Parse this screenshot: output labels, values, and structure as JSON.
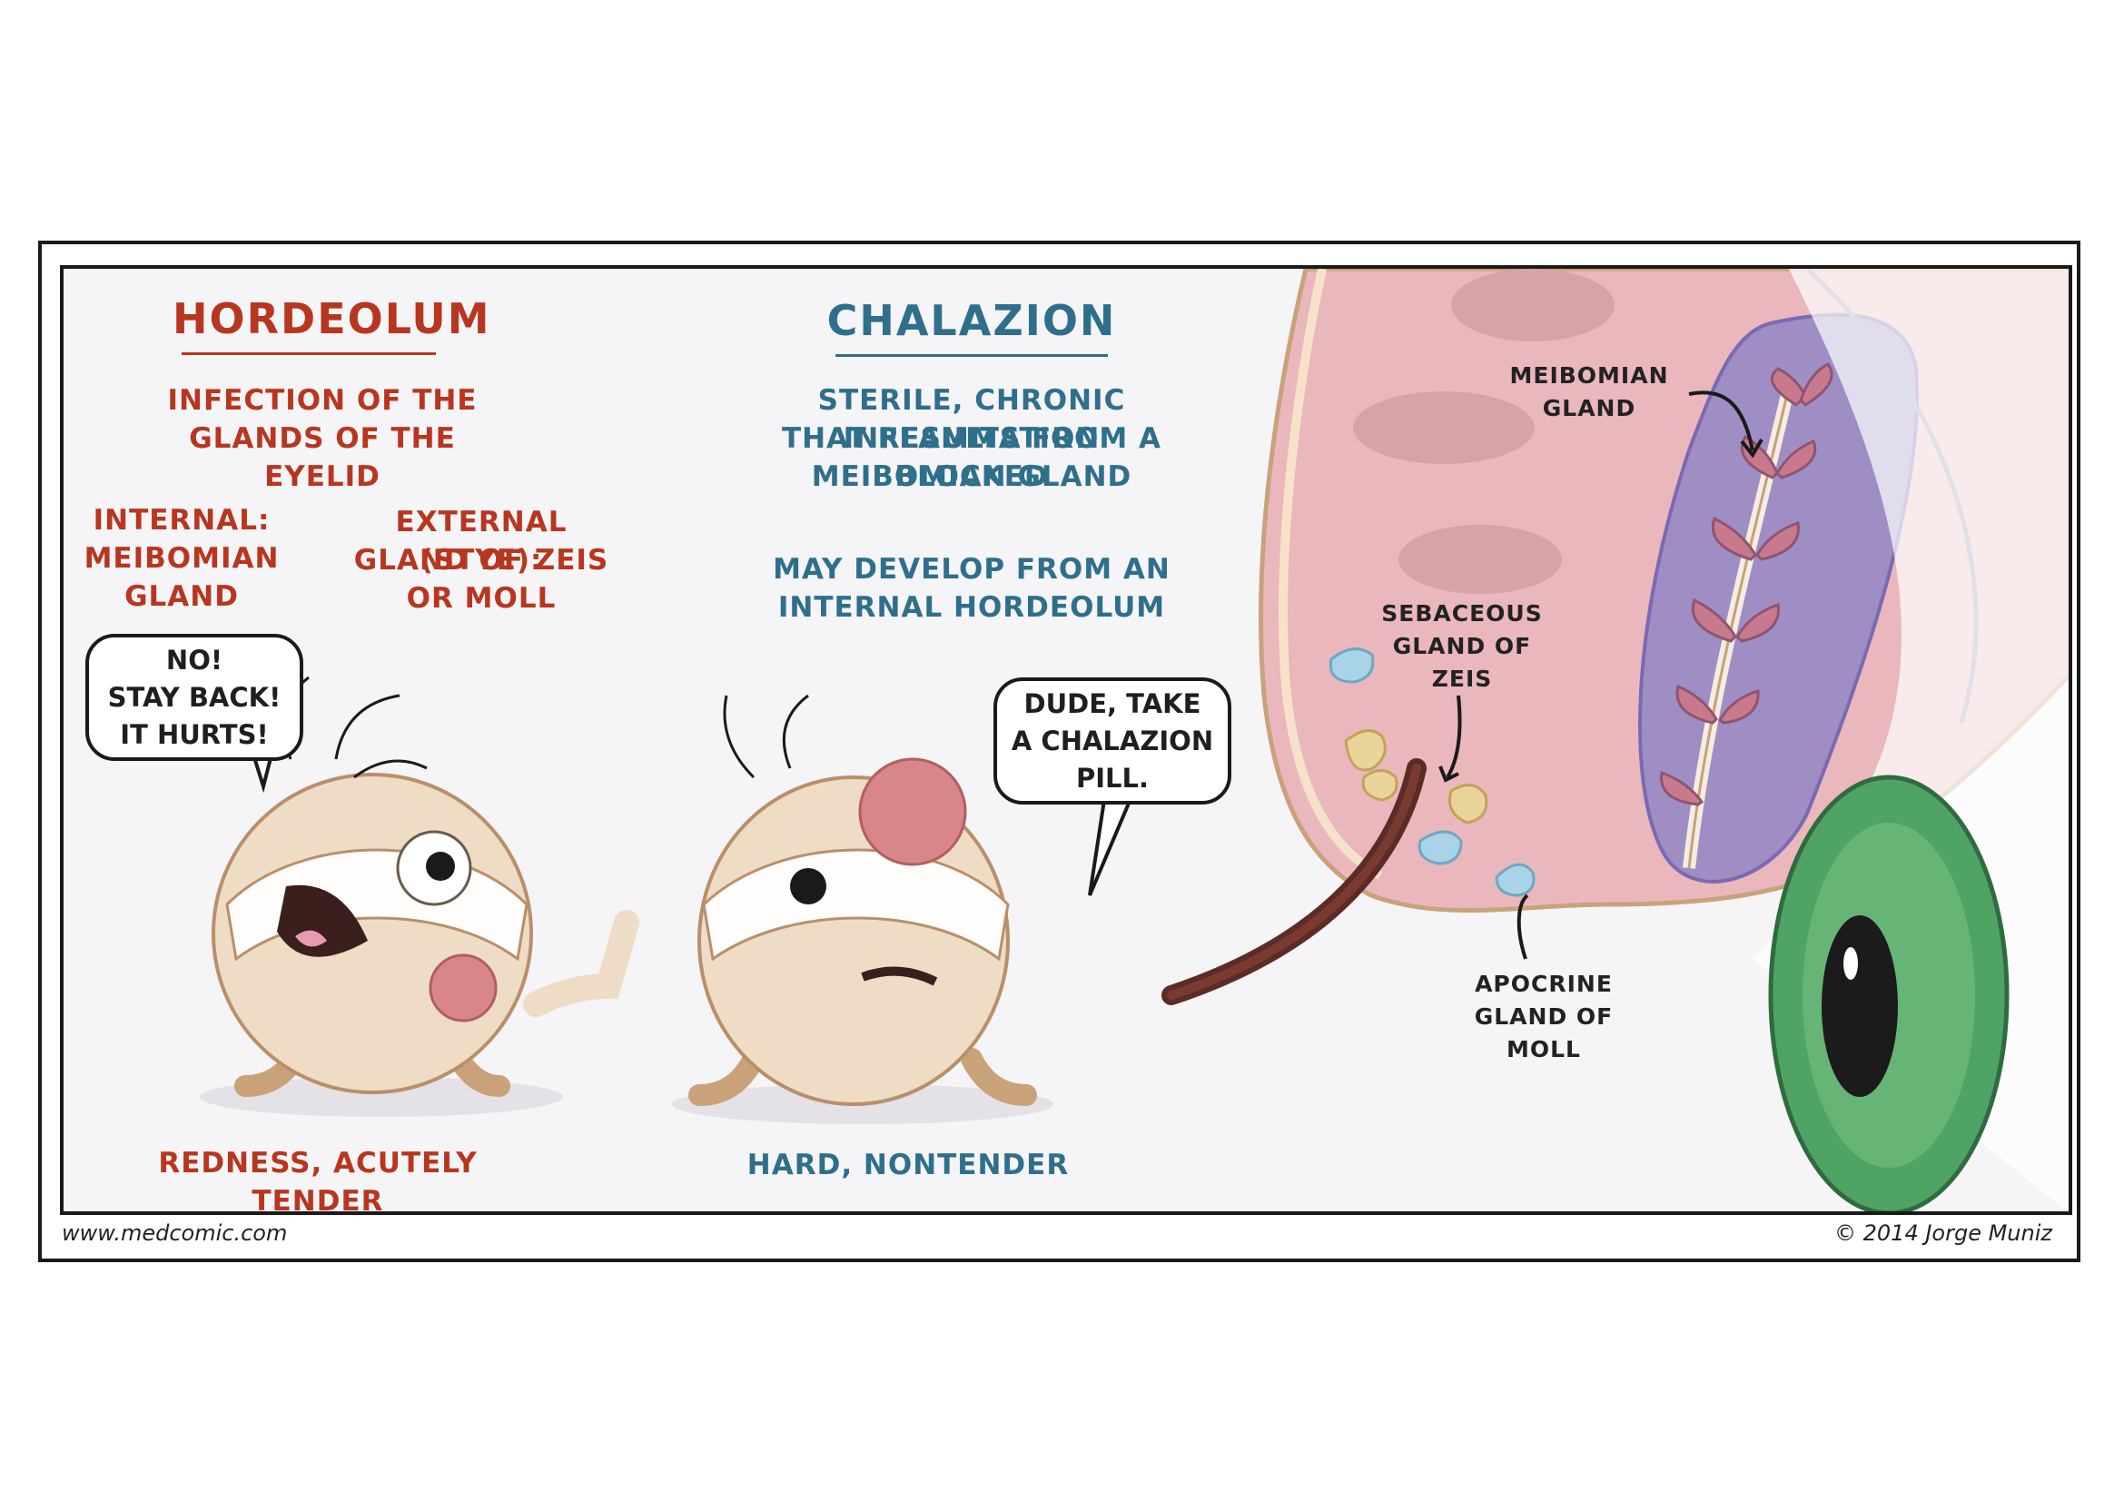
{
  "hordeolum": {
    "title": "HORDEOLUM",
    "definition_line1": "INFECTION OF THE",
    "definition_line2": "GLANDS OF THE EYELID",
    "internal_line1": "INTERNAL:",
    "internal_line2": "MEIBOMIAN",
    "internal_line3": "GLAND",
    "external_line1": "EXTERNAL (STYE):",
    "external_line2": "GLAND OF ZEIS",
    "external_line3": "OR MOLL",
    "speech": "NO!\nSTAY BACK!\nIT HURTS!",
    "sign": "REDNESS, ACUTELY TENDER"
  },
  "chalazion": {
    "title": "CHALAZION",
    "definition_line1": "STERILE, CHRONIC INFLAMMATION",
    "definition_line2": "THAT RESULTS FROM A BLOCKED",
    "definition_line3": "MEIBOMIAN GLAND",
    "develop_line1": "MAY DEVELOP FROM AN",
    "develop_line2": "INTERNAL HORDEOLUM",
    "speech": "DUDE, TAKE\nA CHALAZION\nPILL.",
    "sign": "HARD, NONTENDER"
  },
  "anatomy": {
    "meibomian_line1": "MEIBOMIAN",
    "meibomian_line2": "GLAND",
    "zeis_line1": "SEBACEOUS",
    "zeis_line2": "GLAND OF",
    "zeis_line3": "ZEIS",
    "moll_line1": "APOCRINE",
    "moll_line2": "GLAND OF",
    "moll_line3": "MOLL"
  },
  "footer": {
    "website": "www.medcomic.com",
    "copyright": "© 2014 Jorge Muniz"
  },
  "colors": {
    "hordeolum_text": "#b8361f",
    "chalazion_text": "#2e6f8c",
    "eyelid_pink": "#e9b8be",
    "gland_purple": "#9f8ec4",
    "iris_green": "#4fa365"
  }
}
